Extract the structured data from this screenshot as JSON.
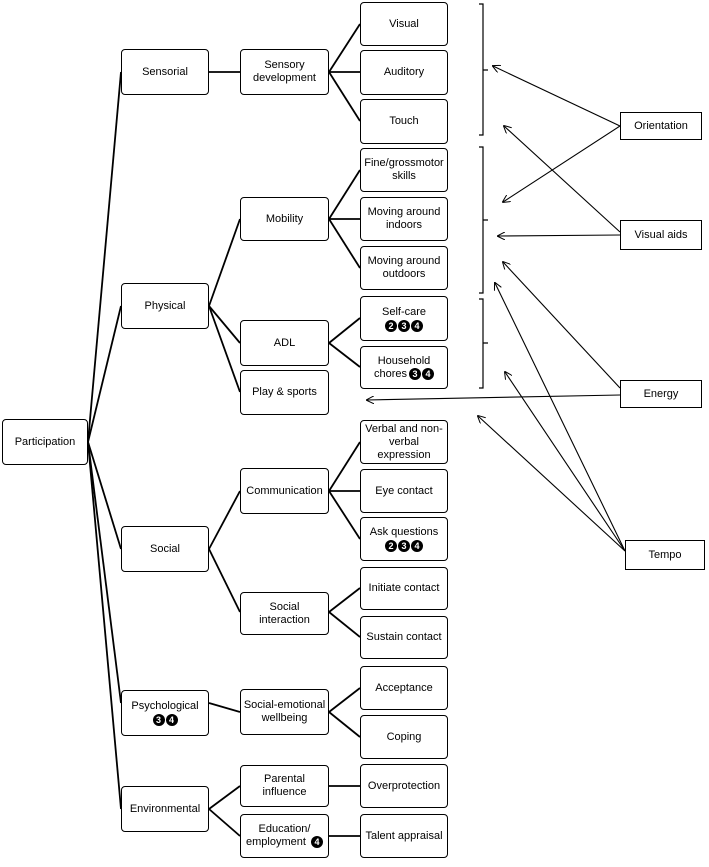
{
  "root": {
    "label": "Participation"
  },
  "level1": {
    "sensorial": {
      "label": "Sensorial"
    },
    "physical": {
      "label": "Physical"
    },
    "social": {
      "label": "Social"
    },
    "psychological": {
      "label": "Psychological",
      "badges": [
        "3",
        "4"
      ]
    },
    "environmental": {
      "label": "Environmental"
    }
  },
  "level2": {
    "sensory_development": {
      "label": "Sensory development"
    },
    "mobility": {
      "label": "Mobility"
    },
    "adl": {
      "label": "ADL"
    },
    "play_sports": {
      "label": "Play & sports"
    },
    "communication": {
      "label": "Communication"
    },
    "social_interaction": {
      "label": "Social interaction"
    },
    "social_emotional": {
      "label": "Social-emotional wellbeing"
    },
    "parental_influence": {
      "label": "Parental influence"
    },
    "education": {
      "label": "Education/ employment",
      "badges": [
        "4"
      ]
    }
  },
  "level3": {
    "visual": {
      "label": "Visual"
    },
    "auditory": {
      "label": "Auditory"
    },
    "touch": {
      "label": "Touch"
    },
    "fine_gross": {
      "label": "Fine/grossmotor skills"
    },
    "indoors": {
      "label": "Moving around indoors"
    },
    "outdoors": {
      "label": "Moving around outdoors"
    },
    "self_care": {
      "label": "Self-care",
      "badges": [
        "2",
        "3",
        "4"
      ]
    },
    "household": {
      "label": "Household chores",
      "badges": [
        "3",
        "4"
      ]
    },
    "verbal": {
      "label": "Verbal and non-verbal expression"
    },
    "eye_contact": {
      "label": "Eye contact"
    },
    "ask_questions": {
      "label": "Ask questions",
      "badges": [
        "2",
        "3",
        "4"
      ]
    },
    "initiate": {
      "label": "Initiate contact"
    },
    "sustain": {
      "label": "Sustain contact"
    },
    "acceptance": {
      "label": "Acceptance"
    },
    "coping": {
      "label": "Coping"
    },
    "overprotection": {
      "label": "Overprotection"
    },
    "talent": {
      "label": "Talent appraisal"
    }
  },
  "factors": {
    "orientation": {
      "label": "Orientation"
    },
    "visual_aids": {
      "label": "Visual aids"
    },
    "energy": {
      "label": "Energy"
    },
    "tempo": {
      "label": "Tempo"
    }
  }
}
